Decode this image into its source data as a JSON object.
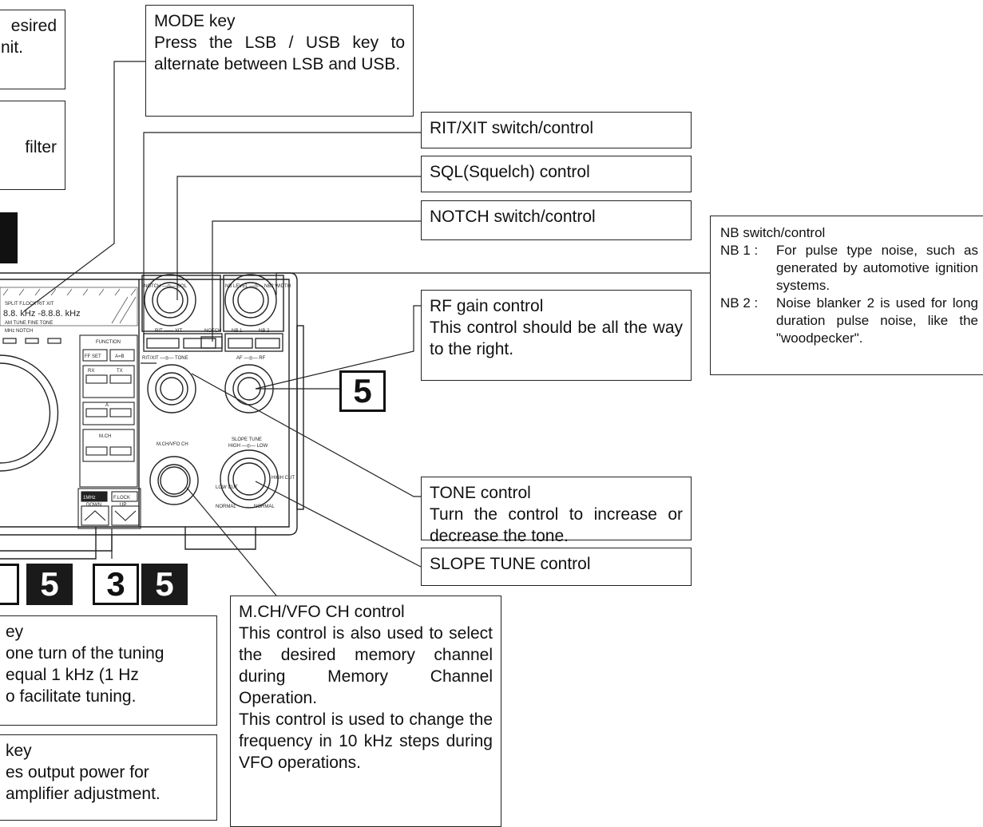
{
  "callouts": {
    "top_left_fragment_1": {
      "line1": "esired",
      "line2": "nit."
    },
    "top_left_fragment_2": {
      "line1": "filter"
    },
    "mode_key": {
      "title": "MODE key",
      "body": "Press the LSB / USB key to alternate between LSB and USB."
    },
    "rit_xit": {
      "title": "RIT/XIT switch/control"
    },
    "sql": {
      "title": "SQL(Squelch) control"
    },
    "notch": {
      "title": "NOTCH switch/control"
    },
    "nb": {
      "title": "NB switch/control",
      "nb1_key": "NB 1 :",
      "nb1_text": "For pulse type noise, such as generated by automotive ignition systems.",
      "nb2_key": "NB 2 :",
      "nb2_text": "Noise blanker 2 is used for long duration pulse noise, like the \"woodpecker\"."
    },
    "rf_gain": {
      "title": "RF gain control",
      "body": "This control should be all the way to the right."
    },
    "tone": {
      "title": "TONE control",
      "body": "Turn the control to increase or decrease the tone."
    },
    "slope_tune": {
      "title": "SLOPE TUNE control"
    },
    "mch_vfo": {
      "title": "M.CH/VFO CH control",
      "body1": "This control is also used to select the desired memory channel during Memory Channel Operation.",
      "body2": "This control is used to change the frequency in 10 kHz steps during VFO operations."
    },
    "bottom_left_1": {
      "title": "ey",
      "line1": "one turn of the tuning",
      "line2": "equal 1 kHz (1 Hz",
      "line3": "o facilitate tuning."
    },
    "bottom_left_2": {
      "title": "key",
      "line1": "es output power for",
      "line2": "amplifier adjustment."
    }
  },
  "badges": {
    "rf_ref": "5",
    "bottom_a": "5",
    "bottom_b": "3",
    "bottom_c": "5"
  },
  "panel": {
    "notch_sql": "NOTCH —◎— SQL",
    "nb_level_width": "NB  LEVEL —◎— NB2 WIDTH",
    "rit_xit": "RIT —— XIT",
    "notch": "NOTCH",
    "nb1": "NB 1",
    "nb2": "NB 2",
    "ritxit_tone": "RIT/XIT —◎— TONE",
    "af_rf": "AF —◎— RF",
    "function": "FUNCTION",
    "ff_set": "FF SET",
    "a_b": "A=B",
    "rx": "RX",
    "tx": "TX",
    "a": "A",
    "mch": "M.CH",
    "mch_vfo": "M.CH/VFO CH",
    "slope_tune": "SLOPE TUNE",
    "high_low": "HIGH —◎— LOW",
    "low_cut": "LOW CUT",
    "high_cut": "HIGH CUT",
    "normal": "NORMAL",
    "onemhz": "1MHz",
    "f_lock": "F.LOCK",
    "down": "DOWN",
    "up": "UP",
    "display_top": "SPLIT  F.LOCK  RIT  XIT",
    "display_freq": "8.8.  kHz  -8.8.8. kHz",
    "display_bottom": "AM   TUNE    FINE   TONE",
    "mhz_notch": "MHz   NOTCH"
  }
}
